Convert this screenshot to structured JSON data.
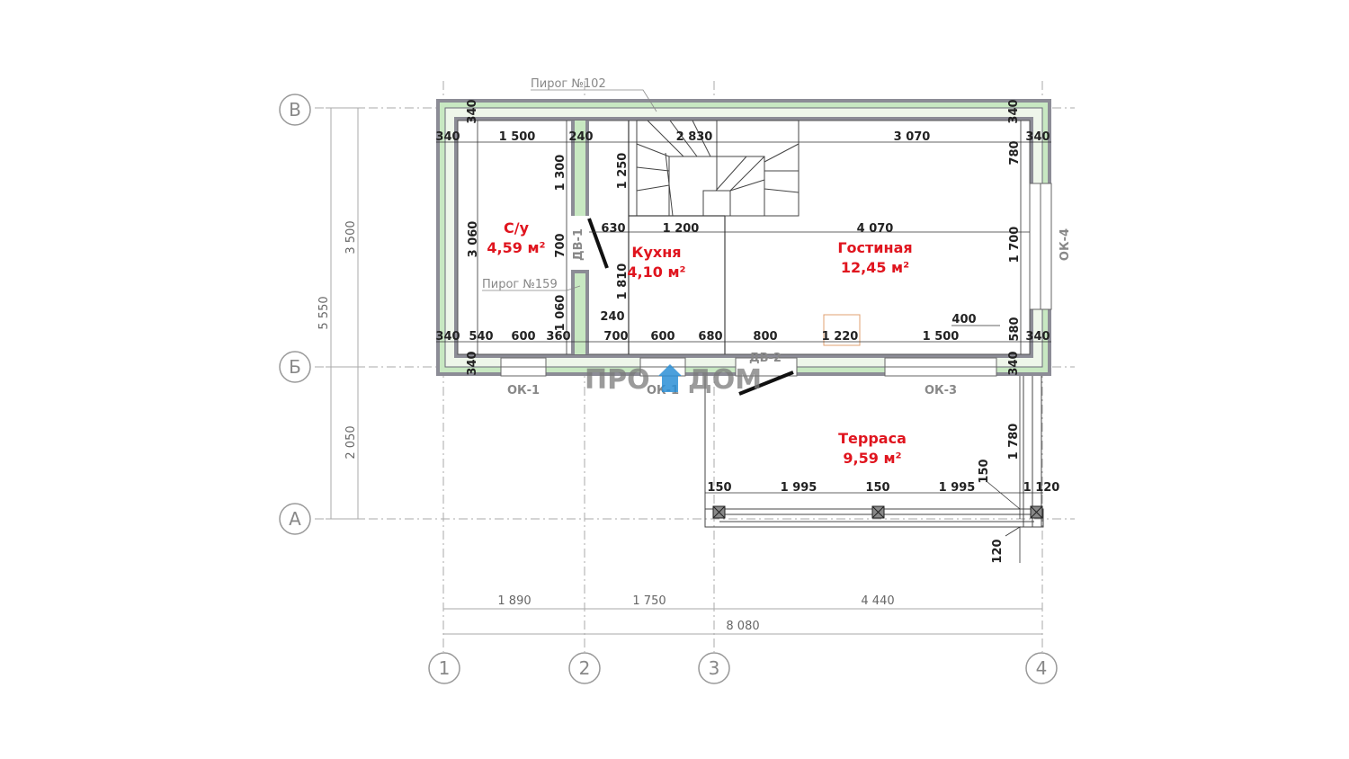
{
  "axes": {
    "rows": [
      "В",
      "Б",
      "А"
    ],
    "cols": [
      "1",
      "2",
      "3",
      "4"
    ]
  },
  "notes": {
    "pirog_top": "Пирог №102",
    "pirog_mid": "Пирог №159"
  },
  "rooms": {
    "bath": {
      "name": "С/у",
      "area": "4,59 м²"
    },
    "kitchen": {
      "name": "Кухня",
      "area": "4,10 м²"
    },
    "living": {
      "name": "Гостиная",
      "area": "12,45 м²"
    },
    "terrace": {
      "name": "Терраса",
      "area": "9,59 м²"
    }
  },
  "openings": {
    "dv1": "ДВ-1",
    "dv2": "ДВ-2",
    "ok1a": "ОК-1",
    "ok1b": "ОК-1",
    "ok3": "ОК-3",
    "ok4": "ОК-4"
  },
  "logo": {
    "left": "ПРО",
    "right": "ДОМ",
    "color": "#2b8fd6"
  },
  "dims": {
    "top": [
      "340",
      "1 500",
      "240",
      "2 830",
      "3 070",
      "340"
    ],
    "wall_top_left": "340",
    "wall_top_right": "340",
    "mid": [
      "630",
      "1 200",
      "4 070"
    ],
    "bottom": [
      "340",
      "540",
      "600",
      "360",
      "700",
      "600",
      "680",
      "800",
      "1 220",
      "1 500",
      "340"
    ],
    "wall_bot_left": "340",
    "wall_bot_right": "340",
    "d240b": "240",
    "d400": "400",
    "v_1300": "1 300",
    "v_3060": "3 060",
    "v_700": "700",
    "v_1060": "1 060",
    "v_1250": "1 250",
    "v_1810": "1 810",
    "v_780": "780",
    "v_1700": "1 700",
    "v_580": "580",
    "v_1780": "1 780",
    "terrace": [
      "150",
      "1 995",
      "150",
      "1 995",
      "150",
      "1 120"
    ],
    "v_120": "120",
    "left": [
      "3 500",
      "5 550",
      "2 050"
    ],
    "axis_spans": [
      "1 890",
      "1 750",
      "4 440"
    ],
    "total": "8 080"
  },
  "colors": {
    "insulation": "#c8e8c2",
    "wall": "#8c8c96",
    "accent": "#e0141e",
    "frame": "#e0a070"
  }
}
